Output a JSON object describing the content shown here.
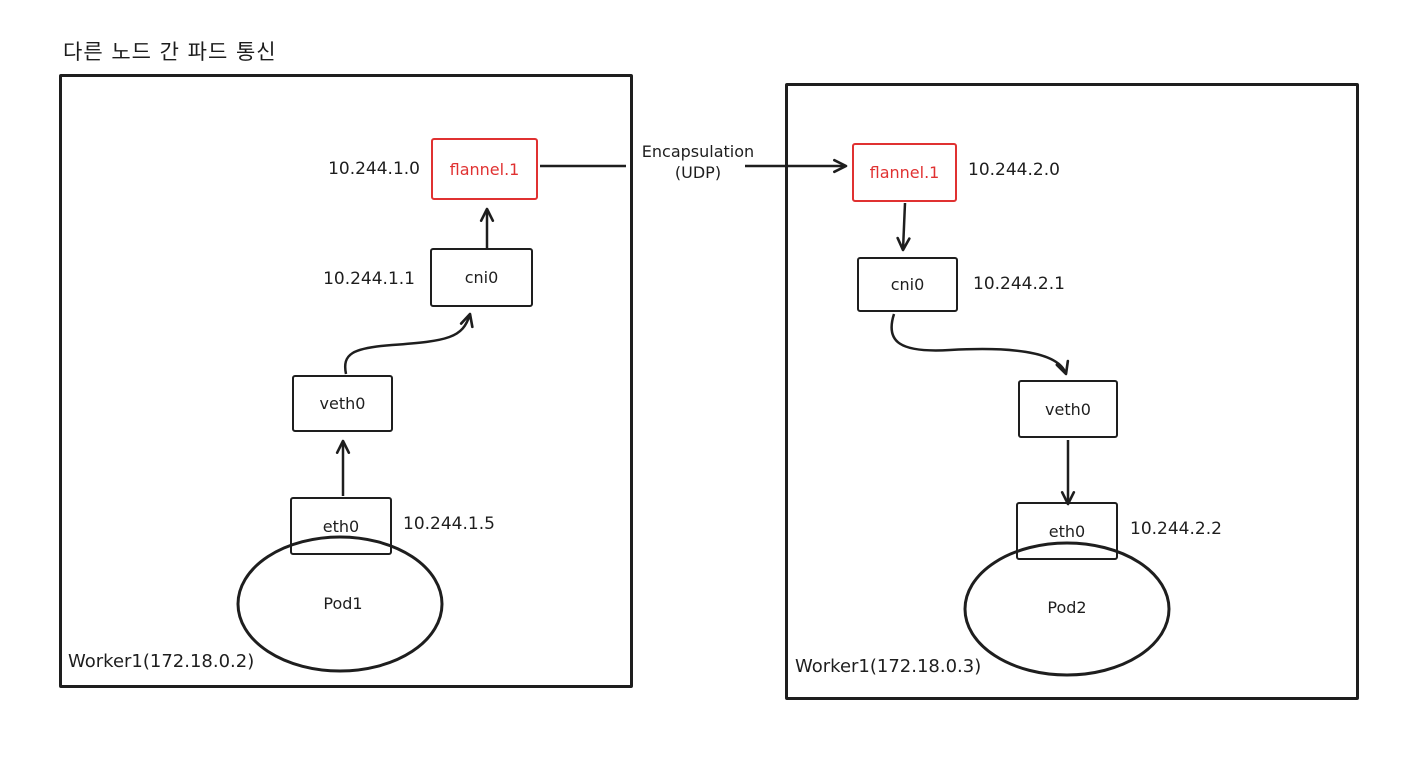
{
  "title": "다른 노드 간 파드 통신",
  "colors": {
    "stroke": "#1e1e1e",
    "accent_red": "#e03131",
    "background": "#ffffff"
  },
  "link": {
    "label_line1": "Encapsulation",
    "label_line2": "(UDP)"
  },
  "left": {
    "worker_label": "Worker1(172.18.0.2)",
    "flannel": {
      "label": "flannel.1",
      "ip": "10.244.1.0"
    },
    "cni": {
      "label": "cni0",
      "ip": "10.244.1.1"
    },
    "veth": {
      "label": "veth0"
    },
    "eth": {
      "label": "eth0",
      "ip": "10.244.1.5"
    },
    "pod": {
      "label": "Pod1"
    }
  },
  "right": {
    "worker_label": "Worker1(172.18.0.3)",
    "flannel": {
      "label": "flannel.1",
      "ip": "10.244.2.0"
    },
    "cni": {
      "label": "cni0",
      "ip": "10.244.2.1"
    },
    "veth": {
      "label": "veth0"
    },
    "eth": {
      "label": "eth0",
      "ip": "10.244.2.2"
    },
    "pod": {
      "label": "Pod2"
    }
  }
}
